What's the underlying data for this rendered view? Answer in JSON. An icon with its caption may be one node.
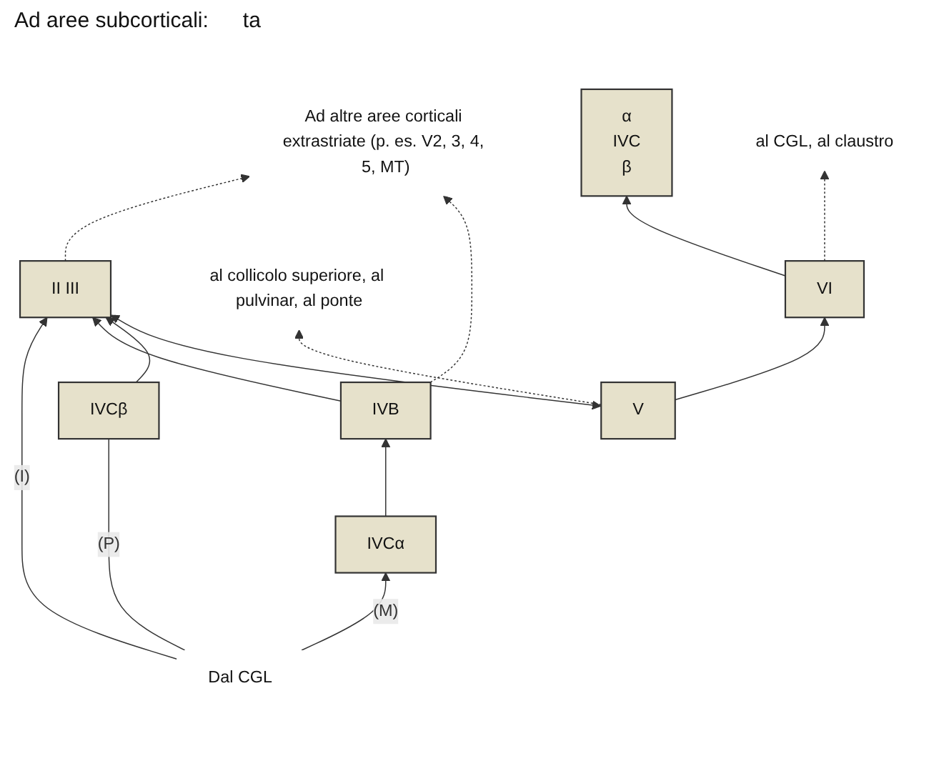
{
  "diagram": {
    "nodes": [
      {
        "text": [
          "II III"
        ]
      },
      {
        "text": [
          "Ad altre aree corticali extrastriate (p. es. V2, 3, 4, 5, MT)"
        ]
      },
      {
        "text": [
          "IVB"
        ]
      },
      {
        "text": [
          "IVCα"
        ]
      },
      {
        "text": [
          "α",
          "IVC",
          "β"
        ]
      },
      {
        "text": [
          "IVCβ"
        ]
      },
      {
        "text": [
          "V"
        ]
      },
      {
        "text": [
          "al collicolo superiore, al pulvinar, al ponte"
        ]
      },
      {
        "text": [
          "VI"
        ]
      },
      {
        "text": [
          "al CGL, al claustro"
        ]
      },
      {
        "text": [
          "Dal CGL"
        ]
      }
    ],
    "edges": [
      {
        "from": 10,
        "to": 0,
        "arrow": "to",
        "label": "(I)"
      },
      {
        "from": 2,
        "to": 0,
        "arrow": "to"
      },
      {
        "from": 5,
        "to": 0,
        "arrow": "to"
      },
      {
        "from": 3,
        "to": 2,
        "arrow": "to"
      },
      {
        "from": 10,
        "to": 3,
        "arrow": "to",
        "label": "(M)"
      },
      {
        "from": 10,
        "to": 5,
        "arrow": "none",
        "label": "(P)"
      },
      {
        "from": 6,
        "to": 0,
        "arrow": "both"
      },
      {
        "from": 6,
        "to": 8,
        "arrow": "to"
      },
      {
        "from": 8,
        "to": 4,
        "arrow": "to"
      },
      {
        "from": 0,
        "to": 1,
        "arrow": "to",
        "style": "dashed"
      },
      {
        "from": 2,
        "to": 1,
        "arrow": "to",
        "style": "dashed"
      },
      {
        "from": 6,
        "to": 7,
        "arrow": "to",
        "style": "dashed"
      },
      {
        "from": 8,
        "to": 9,
        "arrow": "to",
        "style": "dashed"
      }
    ],
    "labels": [
      "Ad aree subcorticali:",
      "ta"
    ]
  }
}
